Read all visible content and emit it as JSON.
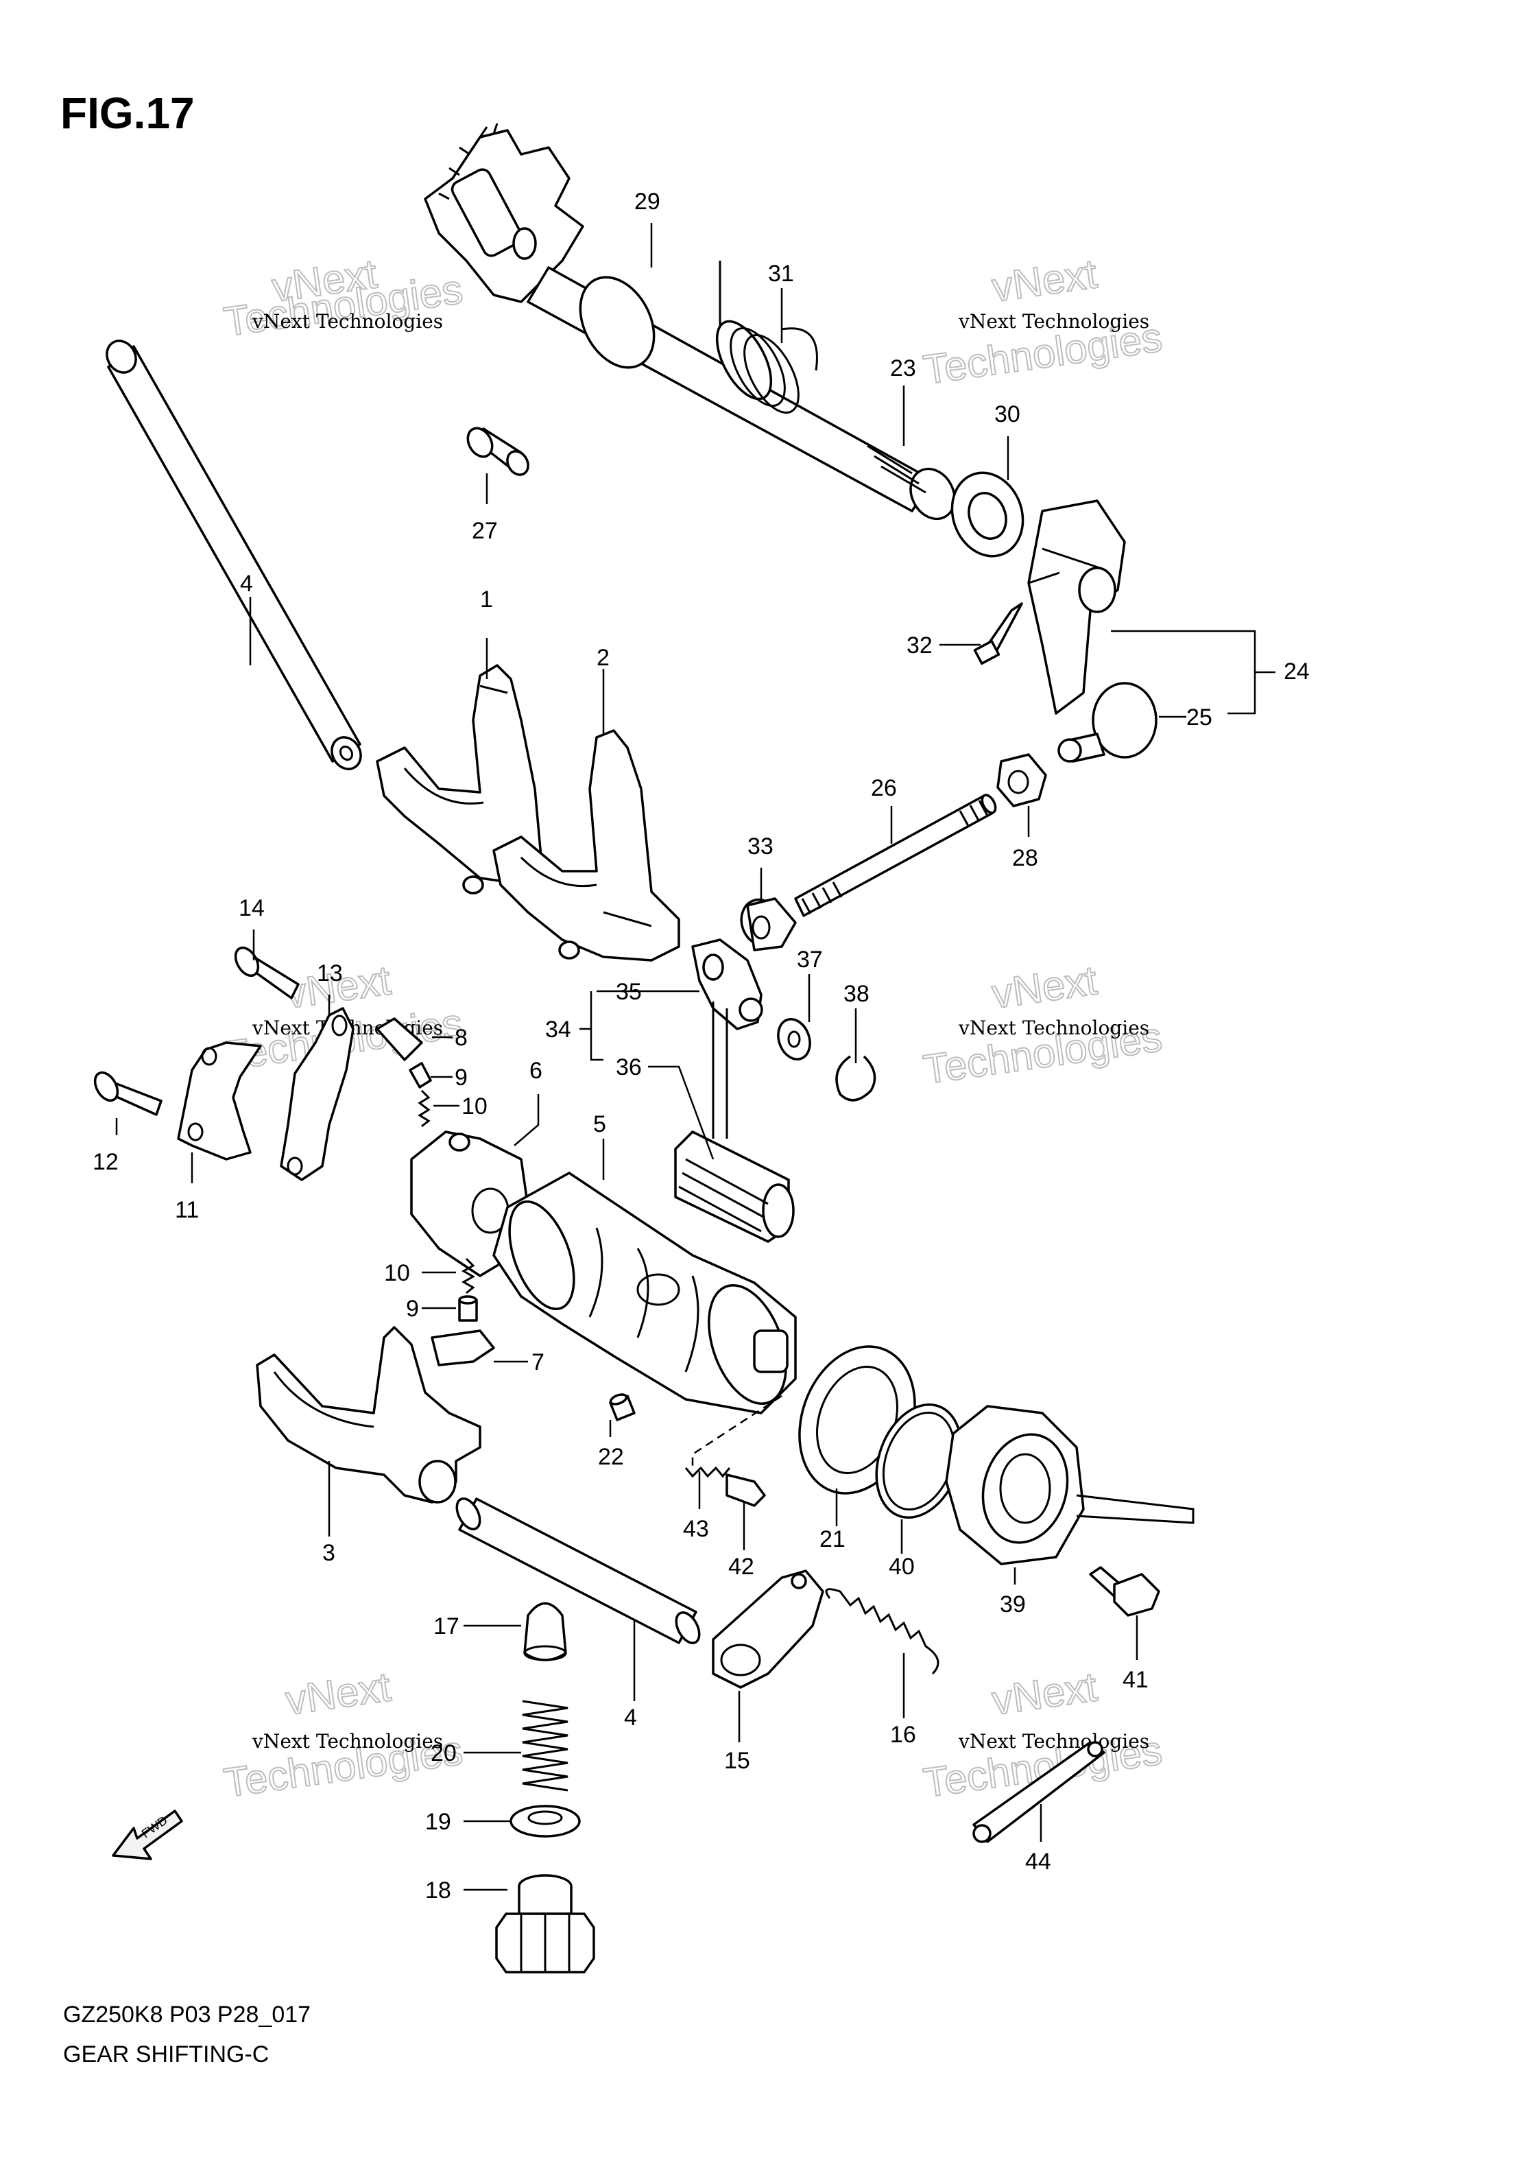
{
  "figure": {
    "title": "FIG.17"
  },
  "footer": {
    "code": "GZ250K8 P03 P28_017",
    "caption": "GEAR SHIFTING-C"
  },
  "watermark": {
    "small": "vNext Technologies",
    "large": "Technologies",
    "corner": "vNext"
  },
  "fwd_label": "FWD",
  "callouts": {
    "c1": "1",
    "c2": "2",
    "c3": "3",
    "c4a": "4",
    "c4b": "4",
    "c5": "5",
    "c6": "6",
    "c7": "7",
    "c8": "8",
    "c9a": "9",
    "c9b": "9",
    "c10a": "10",
    "c10b": "10",
    "c11": "11",
    "c12": "12",
    "c13": "13",
    "c14": "14",
    "c15": "15",
    "c16": "16",
    "c17": "17",
    "c18": "18",
    "c19": "19",
    "c20": "20",
    "c21": "21",
    "c22": "22",
    "c23": "23",
    "c24": "24",
    "c25": "25",
    "c26": "26",
    "c27": "27",
    "c28": "28",
    "c29": "29",
    "c30": "30",
    "c31": "31",
    "c32": "32",
    "c33": "33",
    "c34": "34",
    "c35": "35",
    "c36": "36",
    "c37": "37",
    "c38": "38",
    "c39": "39",
    "c40": "40",
    "c41": "41",
    "c42": "42",
    "c43": "43",
    "c44": "44"
  }
}
